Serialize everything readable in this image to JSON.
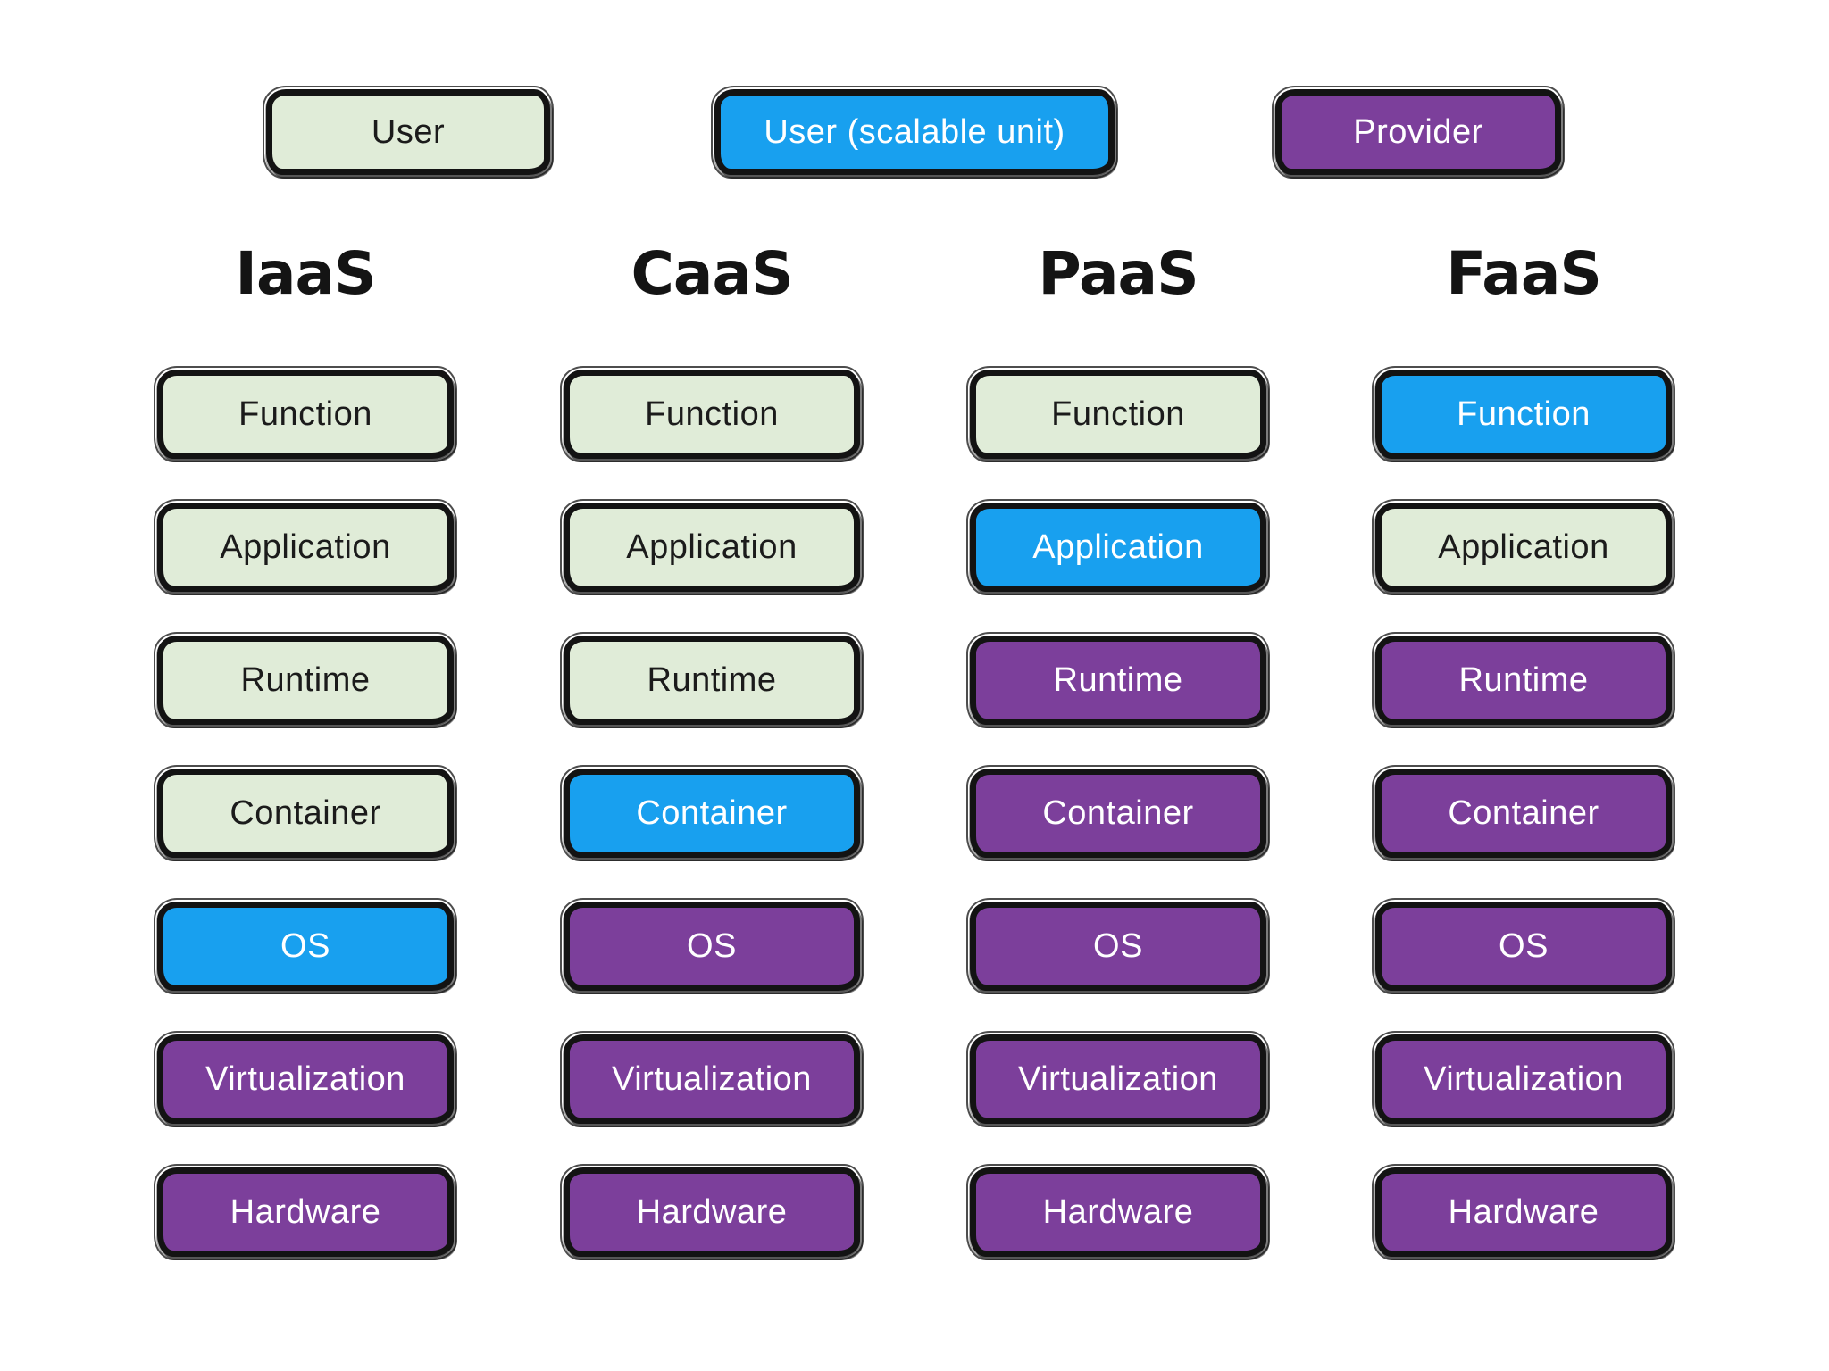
{
  "colors": {
    "user": "#e0ecd8",
    "scalable": "#18a0ef",
    "provider": "#7c3f9b",
    "border": "#131313"
  },
  "legend": [
    {
      "label": "User",
      "type": "user"
    },
    {
      "label": "User (scalable unit)",
      "type": "scalable"
    },
    {
      "label": "Provider",
      "type": "provider"
    }
  ],
  "columns": [
    {
      "title": "IaaS",
      "rows": [
        {
          "label": "Function",
          "type": "user"
        },
        {
          "label": "Application",
          "type": "user"
        },
        {
          "label": "Runtime",
          "type": "user"
        },
        {
          "label": "Container",
          "type": "user"
        },
        {
          "label": "OS",
          "type": "scalable"
        },
        {
          "label": "Virtualization",
          "type": "provider"
        },
        {
          "label": "Hardware",
          "type": "provider"
        }
      ]
    },
    {
      "title": "CaaS",
      "rows": [
        {
          "label": "Function",
          "type": "user"
        },
        {
          "label": "Application",
          "type": "user"
        },
        {
          "label": "Runtime",
          "type": "user"
        },
        {
          "label": "Container",
          "type": "scalable"
        },
        {
          "label": "OS",
          "type": "provider"
        },
        {
          "label": "Virtualization",
          "type": "provider"
        },
        {
          "label": "Hardware",
          "type": "provider"
        }
      ]
    },
    {
      "title": "PaaS",
      "rows": [
        {
          "label": "Function",
          "type": "user"
        },
        {
          "label": "Application",
          "type": "scalable"
        },
        {
          "label": "Runtime",
          "type": "provider"
        },
        {
          "label": "Container",
          "type": "provider"
        },
        {
          "label": "OS",
          "type": "provider"
        },
        {
          "label": "Virtualization",
          "type": "provider"
        },
        {
          "label": "Hardware",
          "type": "provider"
        }
      ]
    },
    {
      "title": "FaaS",
      "rows": [
        {
          "label": "Function",
          "type": "scalable"
        },
        {
          "label": "Application",
          "type": "user"
        },
        {
          "label": "Runtime",
          "type": "provider"
        },
        {
          "label": "Container",
          "type": "provider"
        },
        {
          "label": "OS",
          "type": "provider"
        },
        {
          "label": "Virtualization",
          "type": "provider"
        },
        {
          "label": "Hardware",
          "type": "provider"
        }
      ]
    }
  ]
}
